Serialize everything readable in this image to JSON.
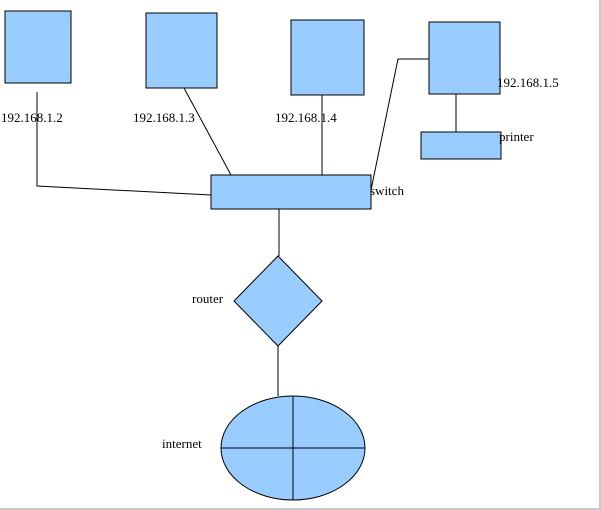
{
  "colors": {
    "node_fill": "#99ccff",
    "stroke": "#000000",
    "background": "#ffffff"
  },
  "labels": {
    "pc1": "192.168.1.2",
    "pc2": "192.168.1.3",
    "pc3": "192.168.1.4",
    "pc4": "192.168.1.5",
    "printer": "printer",
    "switch": "switch",
    "router": "router",
    "internet": "internet"
  }
}
